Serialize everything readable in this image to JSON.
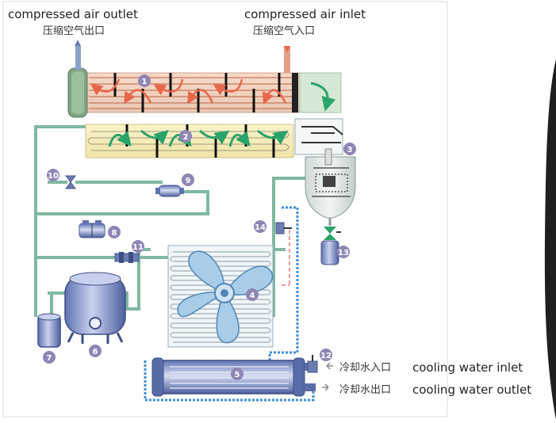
{
  "labels": {
    "outlet_en": "compressed air outlet",
    "outlet_zh": "压缩空气出口",
    "inlet_en": "compressed air inlet",
    "inlet_zh": "压缩空气入口",
    "water_in_zh": "冷却水入口",
    "water_in_en": "cooling water inlet",
    "water_out_zh": "冷却水出口",
    "water_out_en": "cooling water outlet"
  },
  "badges": {
    "b1": "1",
    "b2": "2",
    "b3": "3",
    "b4": "4",
    "b5": "5",
    "b6": "6",
    "b7": "7",
    "b8": "8",
    "b9": "9",
    "b10": "10",
    "b11": "11",
    "b12": "12",
    "b13": "13",
    "b14": "14"
  },
  "colors": {
    "badge": "#8f86b5",
    "pipe": "#7fb8a0",
    "air_warm": "#e8674a",
    "air_cold": "#2aa36b",
    "water": "#3b8fd6",
    "component": "#7d8fc4"
  }
}
